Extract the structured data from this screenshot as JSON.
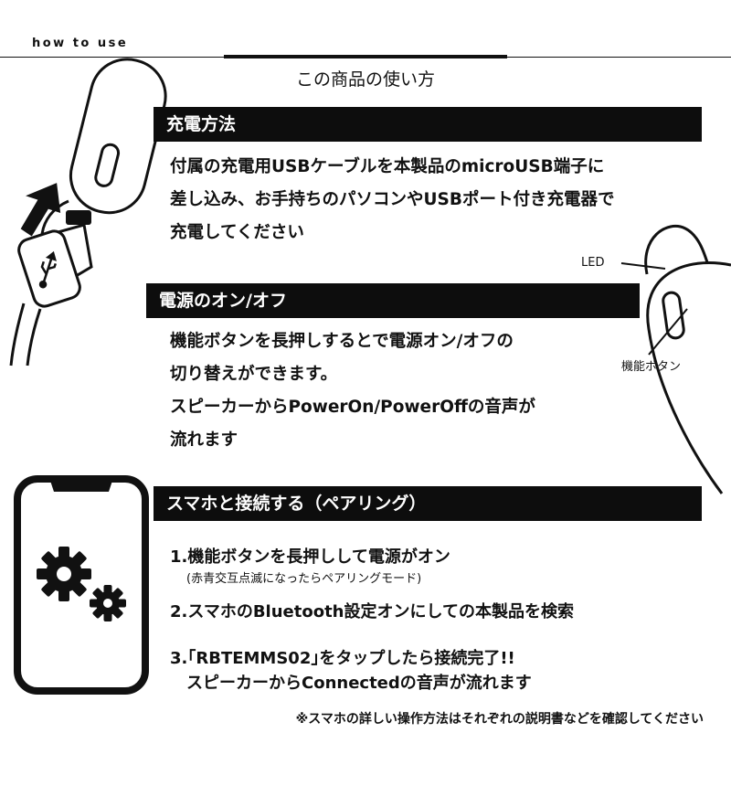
{
  "header": {
    "tag": "how to use",
    "title": "この商品の使い方"
  },
  "sections": [
    {
      "heading": "充電方法",
      "lines": [
        "付属の充電用USBケーブルを本製品のmicroUSB端子に",
        "差し込み、お手持ちのパソコンやUSBポート付き充電器で",
        "充電してください"
      ]
    },
    {
      "heading": "電源のオン/オフ",
      "lines": [
        "機能ボタンを長押しするとで電源オン/オフの",
        "切り替えができます。",
        "スピーカーからPowerOn/PowerOffの音声が",
        "流れます"
      ]
    },
    {
      "heading": "スマホと接続する（ペアリング）",
      "steps": [
        {
          "text": "1.機能ボタンを長押しして電源がオン",
          "sub": "(赤青交互点滅になったらペアリングモード)"
        },
        {
          "text": "2.スマホのBluetooth設定オンにしての本製品を検索"
        },
        {
          "text": "3.｢RBTEMMS02｣をタップしたら接続完了!!",
          "sub": "スピーカーからConnectedの音声が流れます"
        }
      ]
    }
  ],
  "labels": {
    "led": "LED",
    "function_button": "機能ボタン"
  },
  "footnote": "※スマホの詳しい操作方法はそれぞれの説明書などを確認してください",
  "icons": {
    "phone": "smartphone-icon",
    "gears": "gears-icon",
    "usb": "usb-icon",
    "arrow": "arrow-up-icon"
  },
  "colors": {
    "bar": "#0d0d0d",
    "text": "#111111",
    "background": "#ffffff"
  }
}
